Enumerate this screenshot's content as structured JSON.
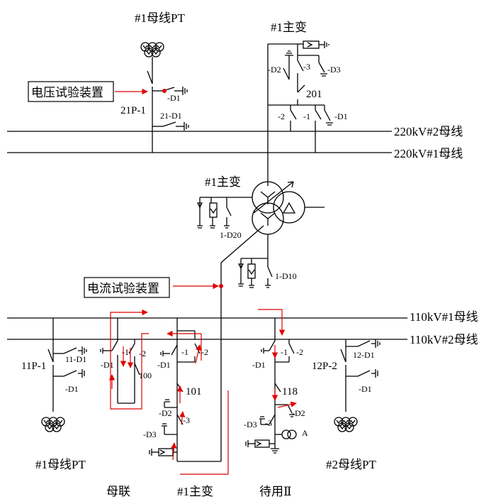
{
  "labels": {
    "pt1_220": "#1母线PT",
    "main_tr_top": "#1主变",
    "volt_device": "电压试验装置",
    "d21p1": "21P-1",
    "d21d1": "21-D1",
    "d21_d1": "-D1",
    "d_d2_top": "-D2",
    "d_3_top": "-3",
    "d_d3_top": "-D3",
    "d_201": "201",
    "d_2_top": "-2",
    "d_1_top": "-1",
    "d_d1_top": "-D1",
    "bus220_2": "220kV#2母线",
    "bus220_1": "220kV#1母线",
    "main_tr_mid": "#1主变",
    "d1d20": "1-D20",
    "d1d10": "1-D10",
    "curr_device": "电流试验装置",
    "bus110_1": "110kV#1母线",
    "bus110_2": "110kV#2母线",
    "d11p1": "11P-1",
    "d11d1": "11-D1",
    "d11_d1": "-D1",
    "ml_d1": "-D1",
    "ml_1": "-1",
    "ml_2": "-2",
    "ml_100": "100",
    "mt_d1": "-D1",
    "mt_1": "-1",
    "mt_2": "-2",
    "mt_101": "101",
    "mt_d2": "-D2",
    "mt_3": "-3",
    "mt_d3": "-D3",
    "sb_d1": "-D1",
    "sb_1": "-1",
    "sb_2": "-2",
    "sb_118": "118",
    "sb_d2": "-D2",
    "sb_d3": "-D3",
    "sb_3": "-3",
    "sb_a": "A",
    "d12p2": "12P-2",
    "d12d1": "12-D1",
    "d12_d1": "-D1",
    "pt1_110": "#1母线PT",
    "pt2_110": "#2母线PT",
    "bay_ml": "母联",
    "bay_mt": "#1主变",
    "bay_sb": "待用Ⅱ"
  },
  "colors": {
    "line": "#000000",
    "accent": "#e00000",
    "background": "#ffffff"
  }
}
